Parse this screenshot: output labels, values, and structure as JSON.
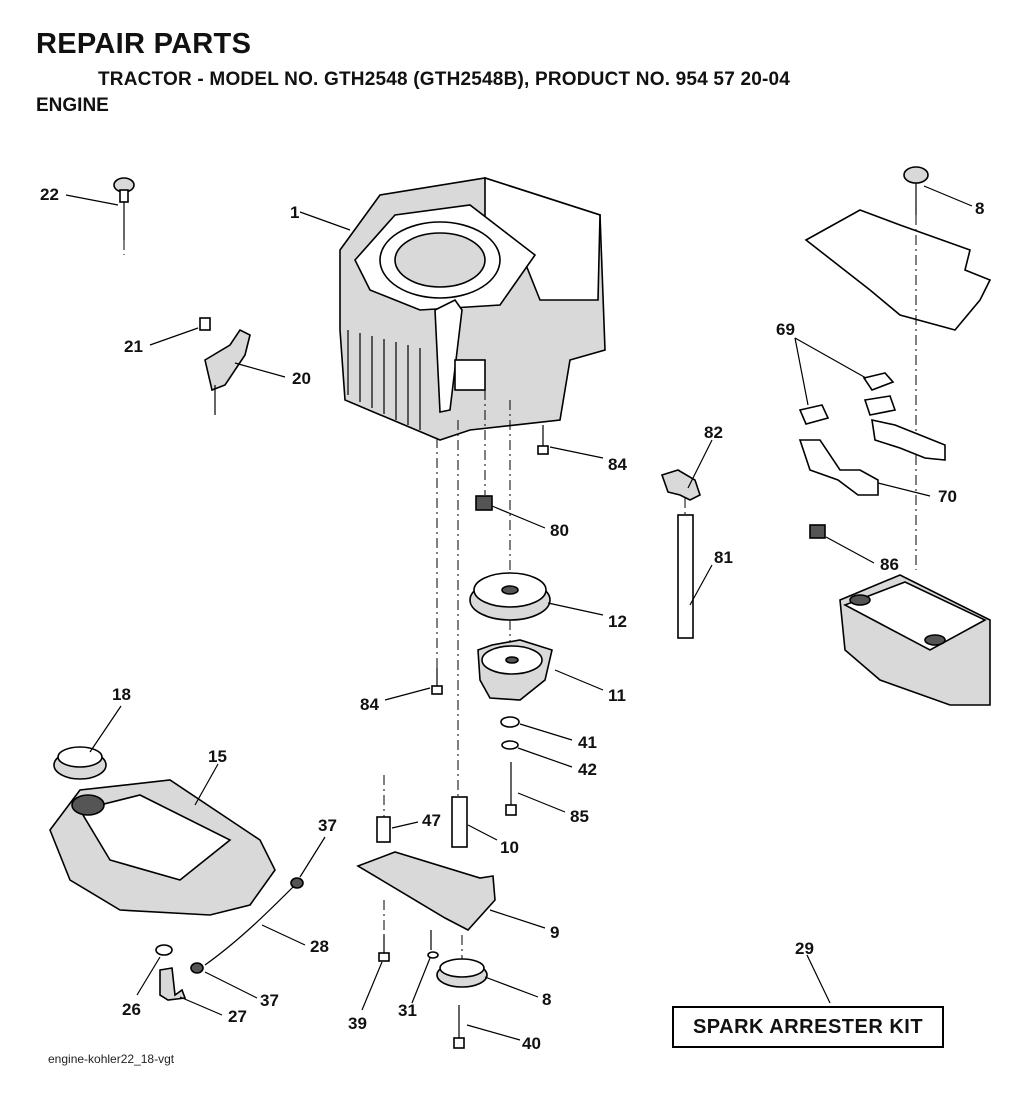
{
  "header": {
    "title": "REPAIR PARTS",
    "subtitle": "TRACTOR - MODEL NO. GTH2548 (GTH2548B), PRODUCT NO. 954 57 20-04",
    "section": "ENGINE"
  },
  "callouts": {
    "c1": "1",
    "c8": "8",
    "c9": "9",
    "c10": "10",
    "c11": "11",
    "c12": "12",
    "c15": "15",
    "c18": "18",
    "c20": "20",
    "c21": "21",
    "c22": "22",
    "c26": "26",
    "c27": "27",
    "c28": "28",
    "c29": "29",
    "c31": "31",
    "c37a": "37",
    "c37b": "37",
    "c39": "39",
    "c40": "40",
    "c41": "41",
    "c42": "42",
    "c47": "47",
    "c69": "69",
    "c70": "70",
    "c80": "80",
    "c81": "81",
    "c82": "82",
    "c84a": "84",
    "c84b": "84",
    "c85": "85",
    "c86": "86",
    "c8r": "8"
  },
  "kit_label": "SPARK ARRESTER KIT",
  "footer": "engine-kohler22_18-vgt"
}
